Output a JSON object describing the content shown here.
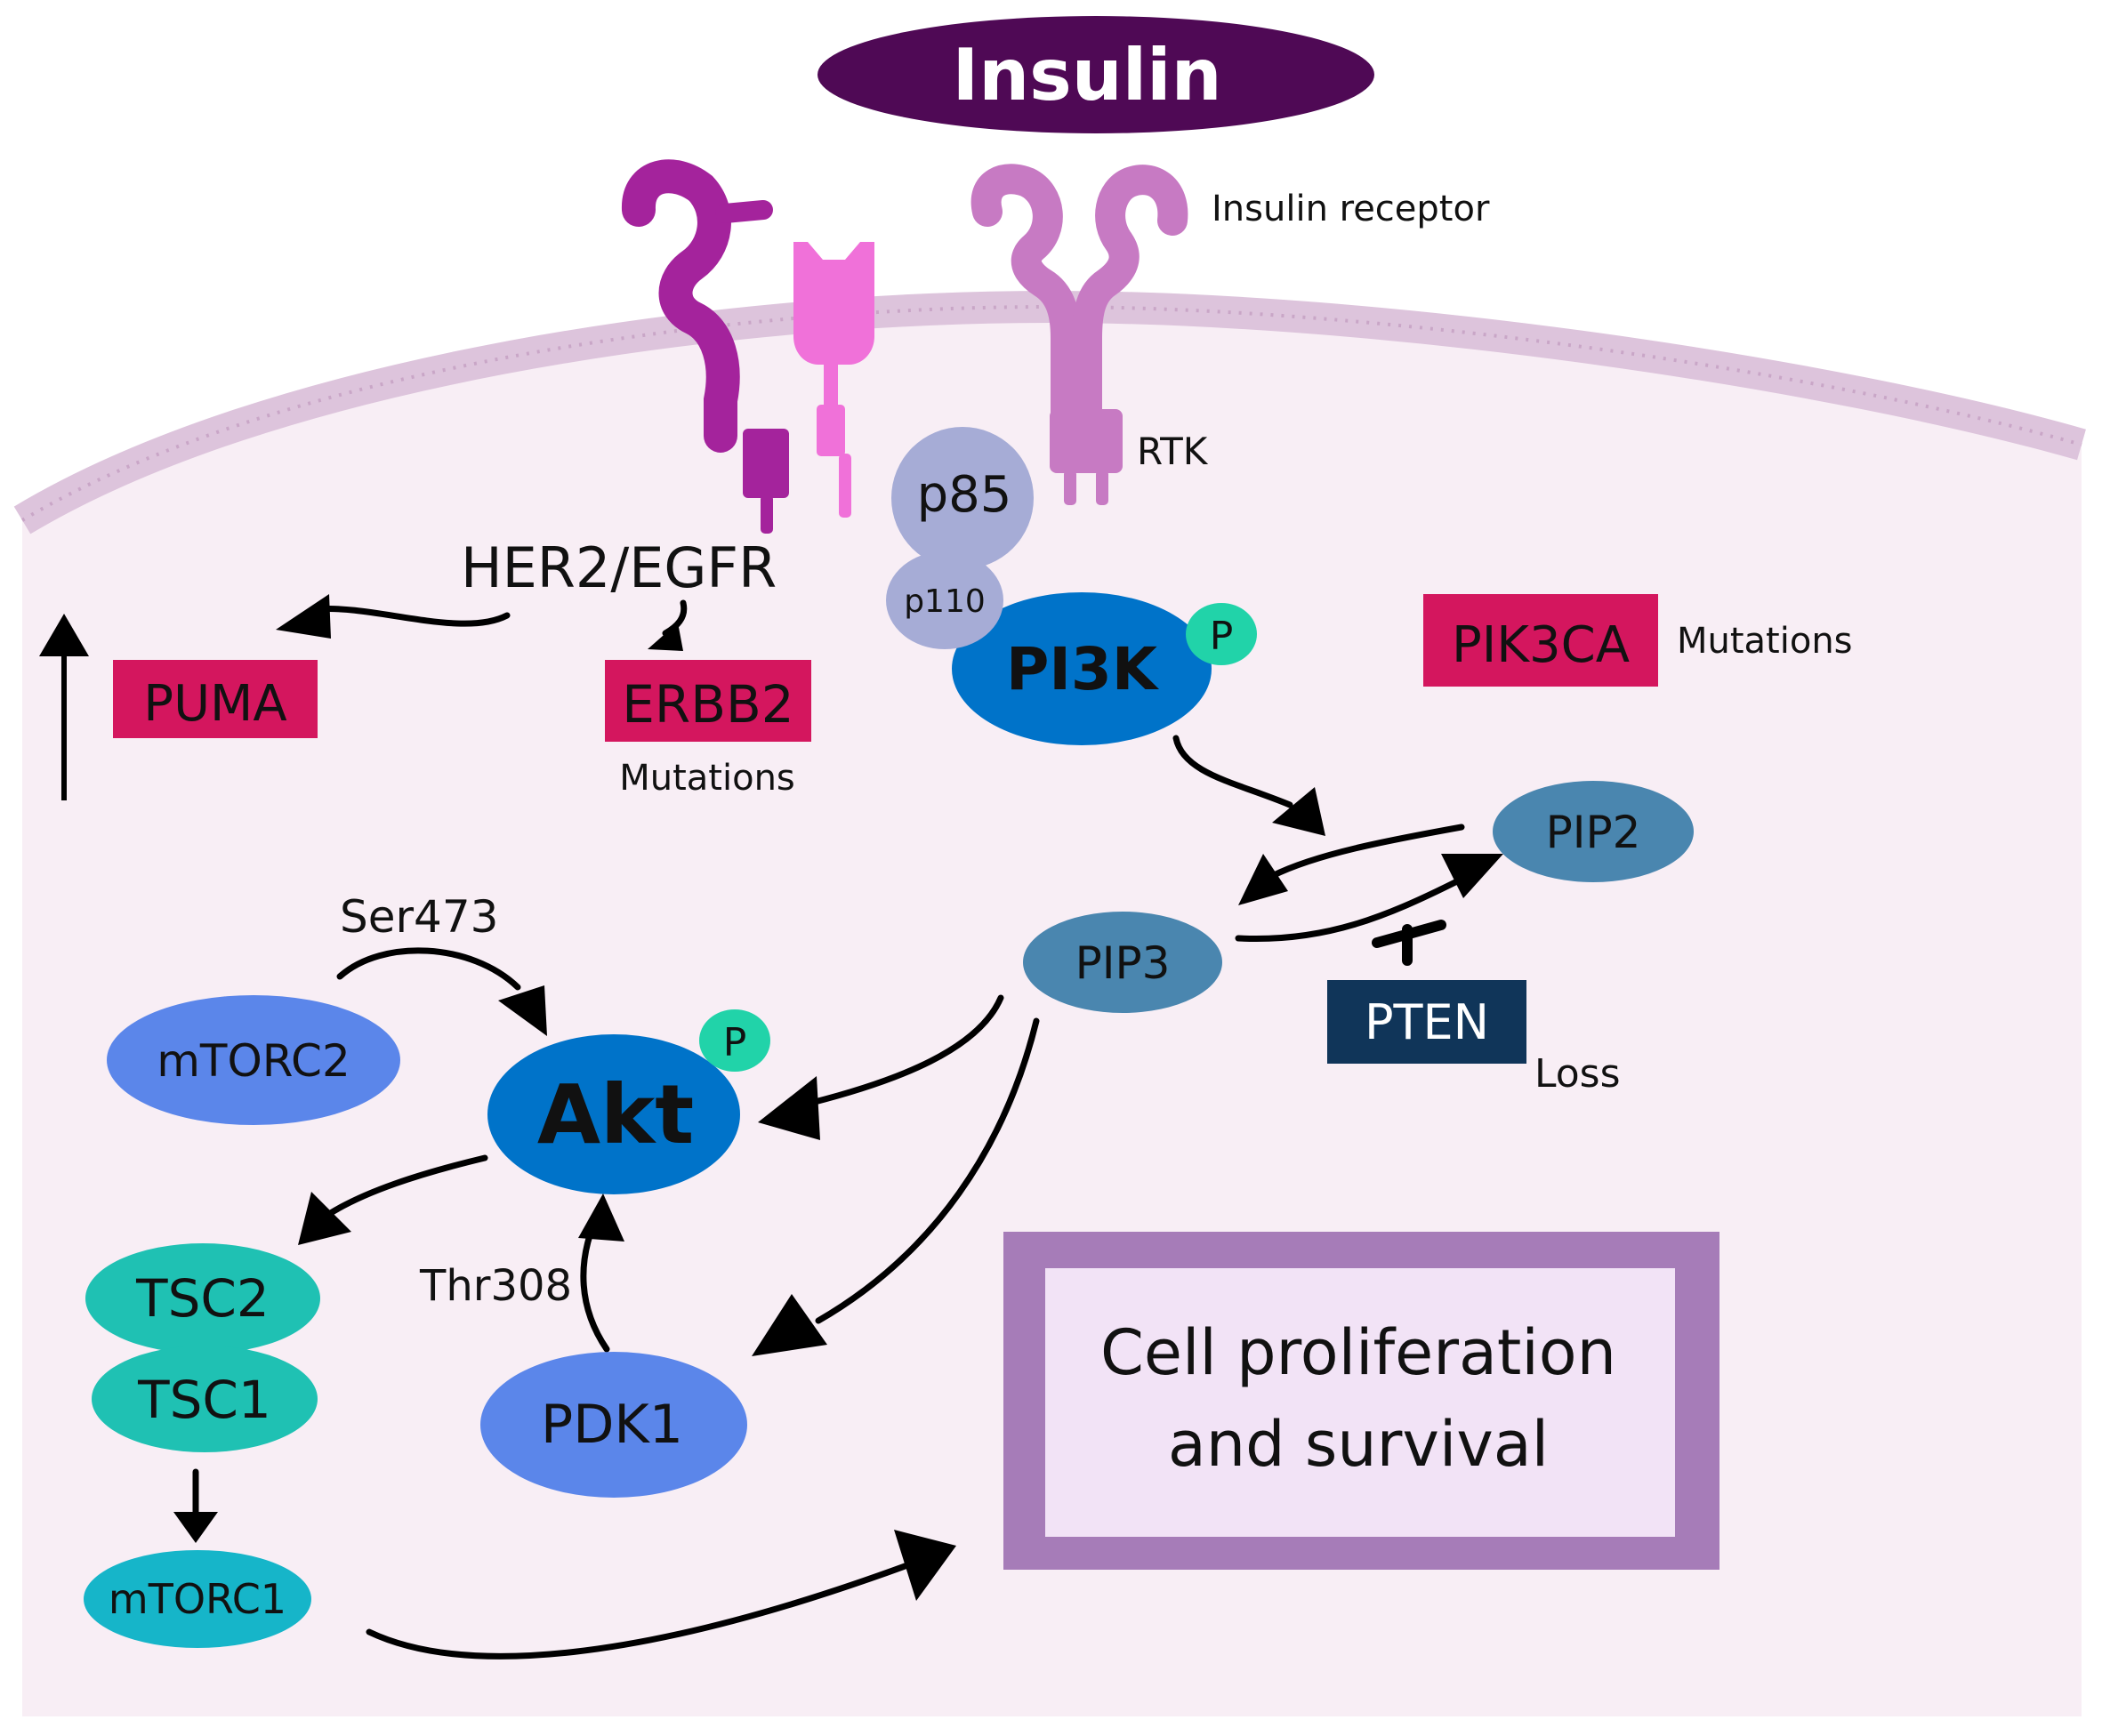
{
  "colors": {
    "cell_interior": "#f8eef5",
    "membrane": "#ddc4dc",
    "membrane_dots": "#c9a6c7",
    "insulin": "#4f0955",
    "egfr_receptor": "#a4239c",
    "her2_receptor": "#f071d9",
    "insulin_receptor": "#c77ac3",
    "p85": "#a6acd6",
    "p110": "#a6acd6",
    "pi3k": "#0073c9",
    "phospho": "#21d3a9",
    "pip2": "#4a86af",
    "pip3": "#4a86af",
    "pten": "#103559",
    "mutation_box": "#d4165e",
    "akt": "#0073c9",
    "mtorc2": "#5b86ea",
    "pdk1": "#5b86ea",
    "tsc2": "#1fc1b3",
    "tsc1": "#1fc1b3",
    "mtorc1": "#16b5c9",
    "outcome_border": "#a67cb8",
    "outcome_fill": "#f2e3f6"
  },
  "icons": [
    "egfr-receptor-icon",
    "her2-receptor-icon",
    "insulin-receptor-icon",
    "up-arrow-icon",
    "inhibition-bar-icon"
  ],
  "labels": {
    "insulin": "Insulin",
    "insulin_receptor": "Insulin receptor",
    "rtk": "RTK",
    "her2_egfr": "HER2/EGFR",
    "puma": "PUMA",
    "erbb2": "ERBB2",
    "erbb2_note": "Mutations",
    "p85": "p85",
    "p110": "p110",
    "pi3k": "PI3K",
    "phospho_p": "P",
    "pik3ca": "PIK3CA",
    "pik3ca_note": "Mutations",
    "pip2": "PIP2",
    "pip3": "PIP3",
    "pten": "PTEN",
    "pten_note": "Loss",
    "ser473": "Ser473",
    "mtorc2": "mTORC2",
    "akt": "Akt",
    "akt_p": "P",
    "tsc2": "TSC2",
    "tsc1": "TSC1",
    "thr308": "Thr308",
    "pdk1": "PDK1",
    "mtorc1": "mTORC1",
    "outcome_line1": "Cell proliferation",
    "outcome_line2": "and survival"
  }
}
